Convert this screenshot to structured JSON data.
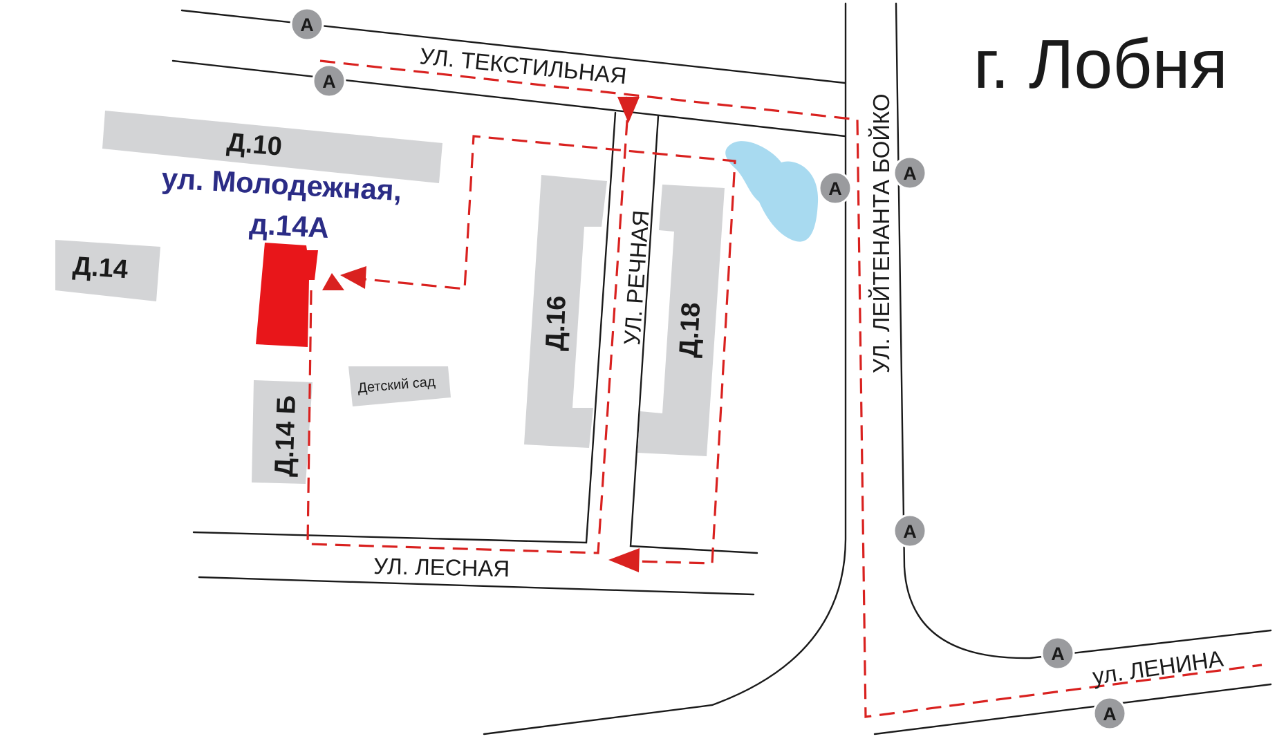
{
  "city_title": "г. Лобня",
  "target": {
    "line1": "ул. Молодежная,",
    "line2": "д.14А",
    "color": "#e8161a"
  },
  "streets": {
    "tekstilnaya": "УЛ. ТЕКСТИЛЬНАЯ",
    "rechnaya": "УЛ. РЕЧНАЯ",
    "lesnaya": "УЛ. ЛЕСНАЯ",
    "leitenanta_boiko": "УЛ. ЛЕЙТЕНАНТА БОЙКО",
    "lenina": "ул. ЛЕНИНА"
  },
  "buildings": {
    "d10": "Д.10",
    "d14": "Д.14",
    "d14b": "Д.14 Б",
    "d16": "Д.16",
    "d18": "Д.18",
    "kindergarten": "Детский сад"
  },
  "bus_stop_label": "А",
  "colors": {
    "route": "#d9211f",
    "building": "#d3d4d6",
    "pond": "#a8daf0",
    "stop": "#9a9b9e",
    "target_text": "#2b2c86"
  }
}
